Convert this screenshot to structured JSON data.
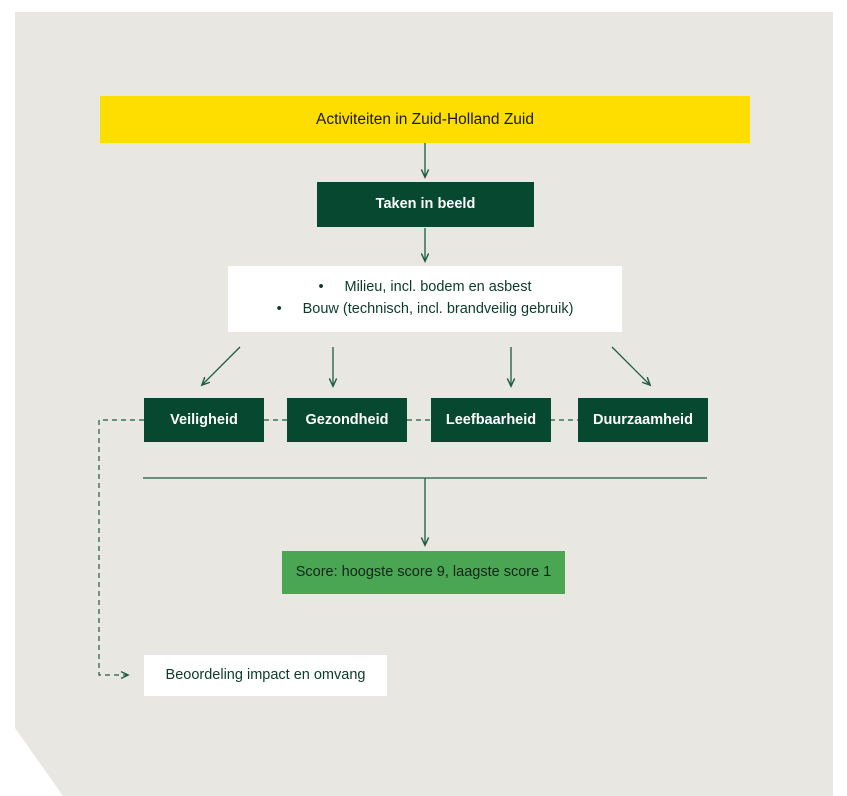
{
  "diagram": {
    "title_box": {
      "label": "Activiteiten in Zuid-Holland Zuid",
      "color": "#fedd00"
    },
    "task_box": {
      "label": "Taken in beeld",
      "color": "#064830"
    },
    "domain_box": {
      "bullets": [
        "Milieu, incl. bodem en asbest",
        "Bouw (technisch, incl. brandveilig gebruik)"
      ],
      "bullet_glyph": "•",
      "color": "#ffffff"
    },
    "criteria": [
      {
        "label": "Veiligheid"
      },
      {
        "label": "Gezondheid"
      },
      {
        "label": "Leefbaarheid"
      },
      {
        "label": "Duurzaamheid"
      }
    ],
    "criteria_color": "#064830",
    "score_box": {
      "label": "Score: hoogste score 9, laagste score 1",
      "color": "#4ba653"
    },
    "assessment_box": {
      "label": "Beoordeling impact en omvang",
      "color": "#ffffff"
    },
    "colors": {
      "background": "#e8e7e1",
      "line": "#1d5c42",
      "yellow": "#fedd00",
      "dark_green": "#064830",
      "medium_green": "#4ba653",
      "white": "#ffffff",
      "text_dark": "#1a1a1a"
    }
  }
}
